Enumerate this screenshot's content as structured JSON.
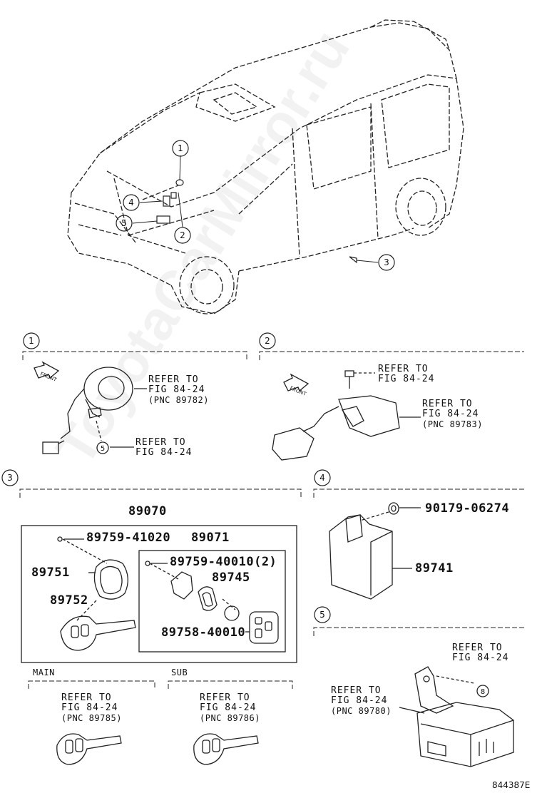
{
  "watermark": "ToyotaCarMirror.ru",
  "callouts": {
    "c1": "1",
    "c2": "2",
    "c3": "3",
    "c4": "4",
    "c5": "5",
    "c8": "8"
  },
  "front_label": "FRONT",
  "refer": {
    "line1": "REFER TO",
    "line2": "FIG 84-24"
  },
  "pnc": {
    "p89782": "(PNC 89782)",
    "p89783": "(PNC 89783)",
    "p89785": "(PNC 89785)",
    "p89786": "(PNC 89786)",
    "p89780": "(PNC 89780)"
  },
  "parts": {
    "p89070": "89070",
    "p89071": "89071",
    "p89759_41020": "89759-41020",
    "p89759_40010": "89759-40010(2)",
    "p89751": "89751",
    "p89745": "89745",
    "p89752": "89752",
    "p89758_40010": "89758-40010",
    "p90179_06274": "90179-06274",
    "p89741": "89741"
  },
  "key_labels": {
    "main": "MAIN",
    "sub": "SUB"
  },
  "figure_code": "844387E"
}
